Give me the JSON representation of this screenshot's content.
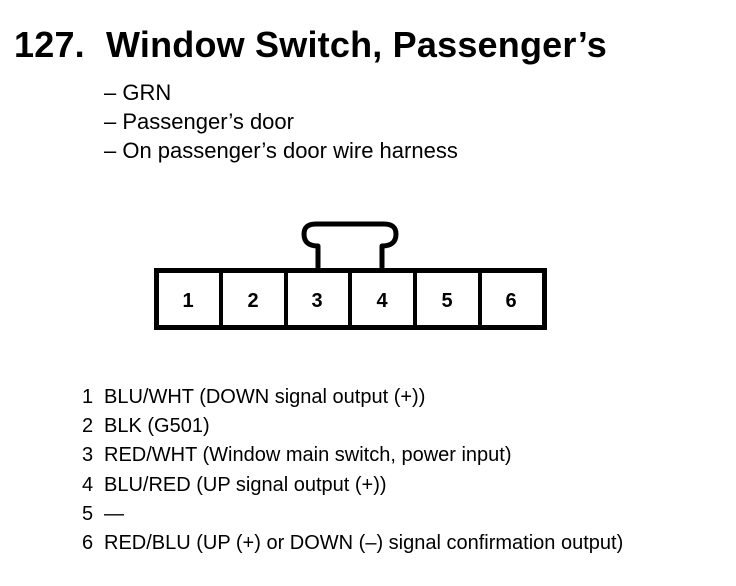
{
  "title": {
    "number": "127.",
    "text": "Window Switch, Passenger’s"
  },
  "info": [
    "– GRN",
    "– Passenger’s door",
    "– On passenger’s door wire harness"
  ],
  "connector": {
    "pins": [
      "1",
      "2",
      "3",
      "4",
      "5",
      "6"
    ],
    "latch_between_pins": [
      "3",
      "4"
    ]
  },
  "pin_descriptions": [
    {
      "pin": "1",
      "desc": "BLU/WHT (DOWN signal output (+))"
    },
    {
      "pin": "2",
      "desc": "BLK (G501)"
    },
    {
      "pin": "3",
      "desc": "RED/WHT (Window main switch, power input)"
    },
    {
      "pin": "4",
      "desc": "BLU/RED (UP signal output (+))"
    },
    {
      "pin": "5",
      "desc": "—"
    },
    {
      "pin": "6",
      "desc": "RED/BLU (UP (+) or DOWN (–) signal confirmation output)"
    }
  ]
}
